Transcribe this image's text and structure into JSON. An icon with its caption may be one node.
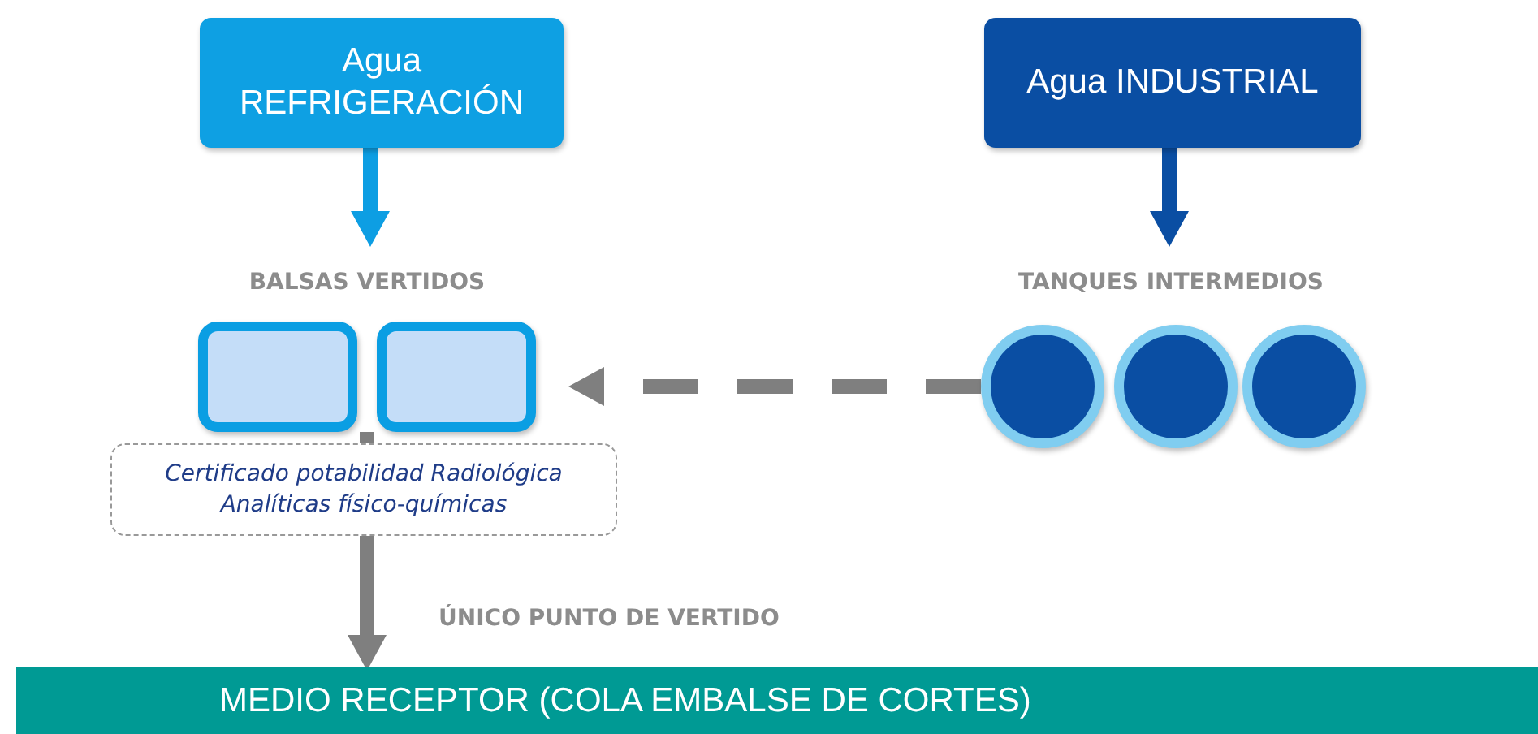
{
  "diagram": {
    "nodes": [
      {
        "text": [
          "Agua REFRIGERACIÓN"
        ]
      },
      {
        "text": [
          "Agua INDUSTRIAL"
        ]
      },
      {
        "text": [
          "BALSAS VERTIDOS"
        ]
      },
      {
        "text": [],
        "shape": "box",
        "in": 2
      },
      {
        "text": [],
        "shape": "box",
        "in": 2
      },
      {
        "text": [
          "TANQUES INTERMEDIOS"
        ]
      },
      {
        "text": [],
        "shape": "circle",
        "in": 5
      },
      {
        "text": [],
        "shape": "circle",
        "in": 5
      },
      {
        "text": [],
        "shape": "circle",
        "in": 5
      },
      {
        "text": [
          "Certificado potabilidad Radiológica",
          "Analíticas físico-químicas"
        ]
      },
      {
        "text": [
          "MEDIO RECEPTOR (COLA EMBALSE DE CORTES)"
        ]
      }
    ],
    "edges": [
      {
        "from": 0,
        "to": 2,
        "arrow": "to",
        "color": "#0d9ee3"
      },
      {
        "from": 1,
        "to": 5,
        "arrow": "to",
        "color": "#0a4ea3"
      },
      {
        "from": 6,
        "to": 4,
        "arrow": "to",
        "style": "dashed"
      },
      {
        "from": 2,
        "to": 9,
        "arrow": "none"
      },
      {
        "from": 9,
        "to": 10,
        "arrow": "to"
      }
    ],
    "labels": [
      "ÚNICO PUNTO DE VERTIDO"
    ]
  }
}
